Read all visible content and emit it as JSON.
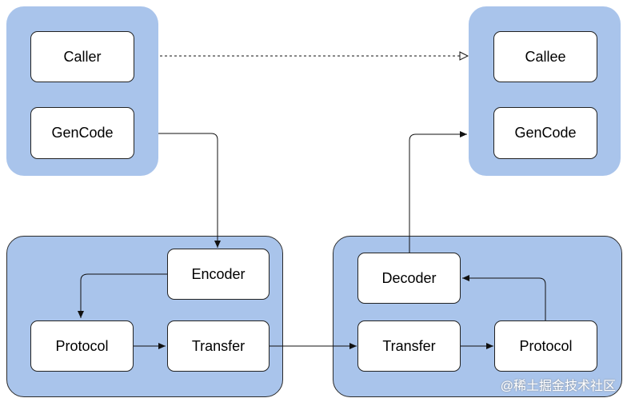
{
  "nodes": {
    "caller": "Caller",
    "gencode_left": "GenCode",
    "callee": "Callee",
    "gencode_right": "GenCode",
    "encoder": "Encoder",
    "protocol_left": "Protocol",
    "transfer_left": "Transfer",
    "decoder": "Decoder",
    "transfer_right": "Transfer",
    "protocol_right": "Protocol"
  },
  "watermark": "@稀土掘金技术社区",
  "colors": {
    "group_fill": "#a9c4eb",
    "node_fill": "#ffffff",
    "stroke": "#222222"
  }
}
